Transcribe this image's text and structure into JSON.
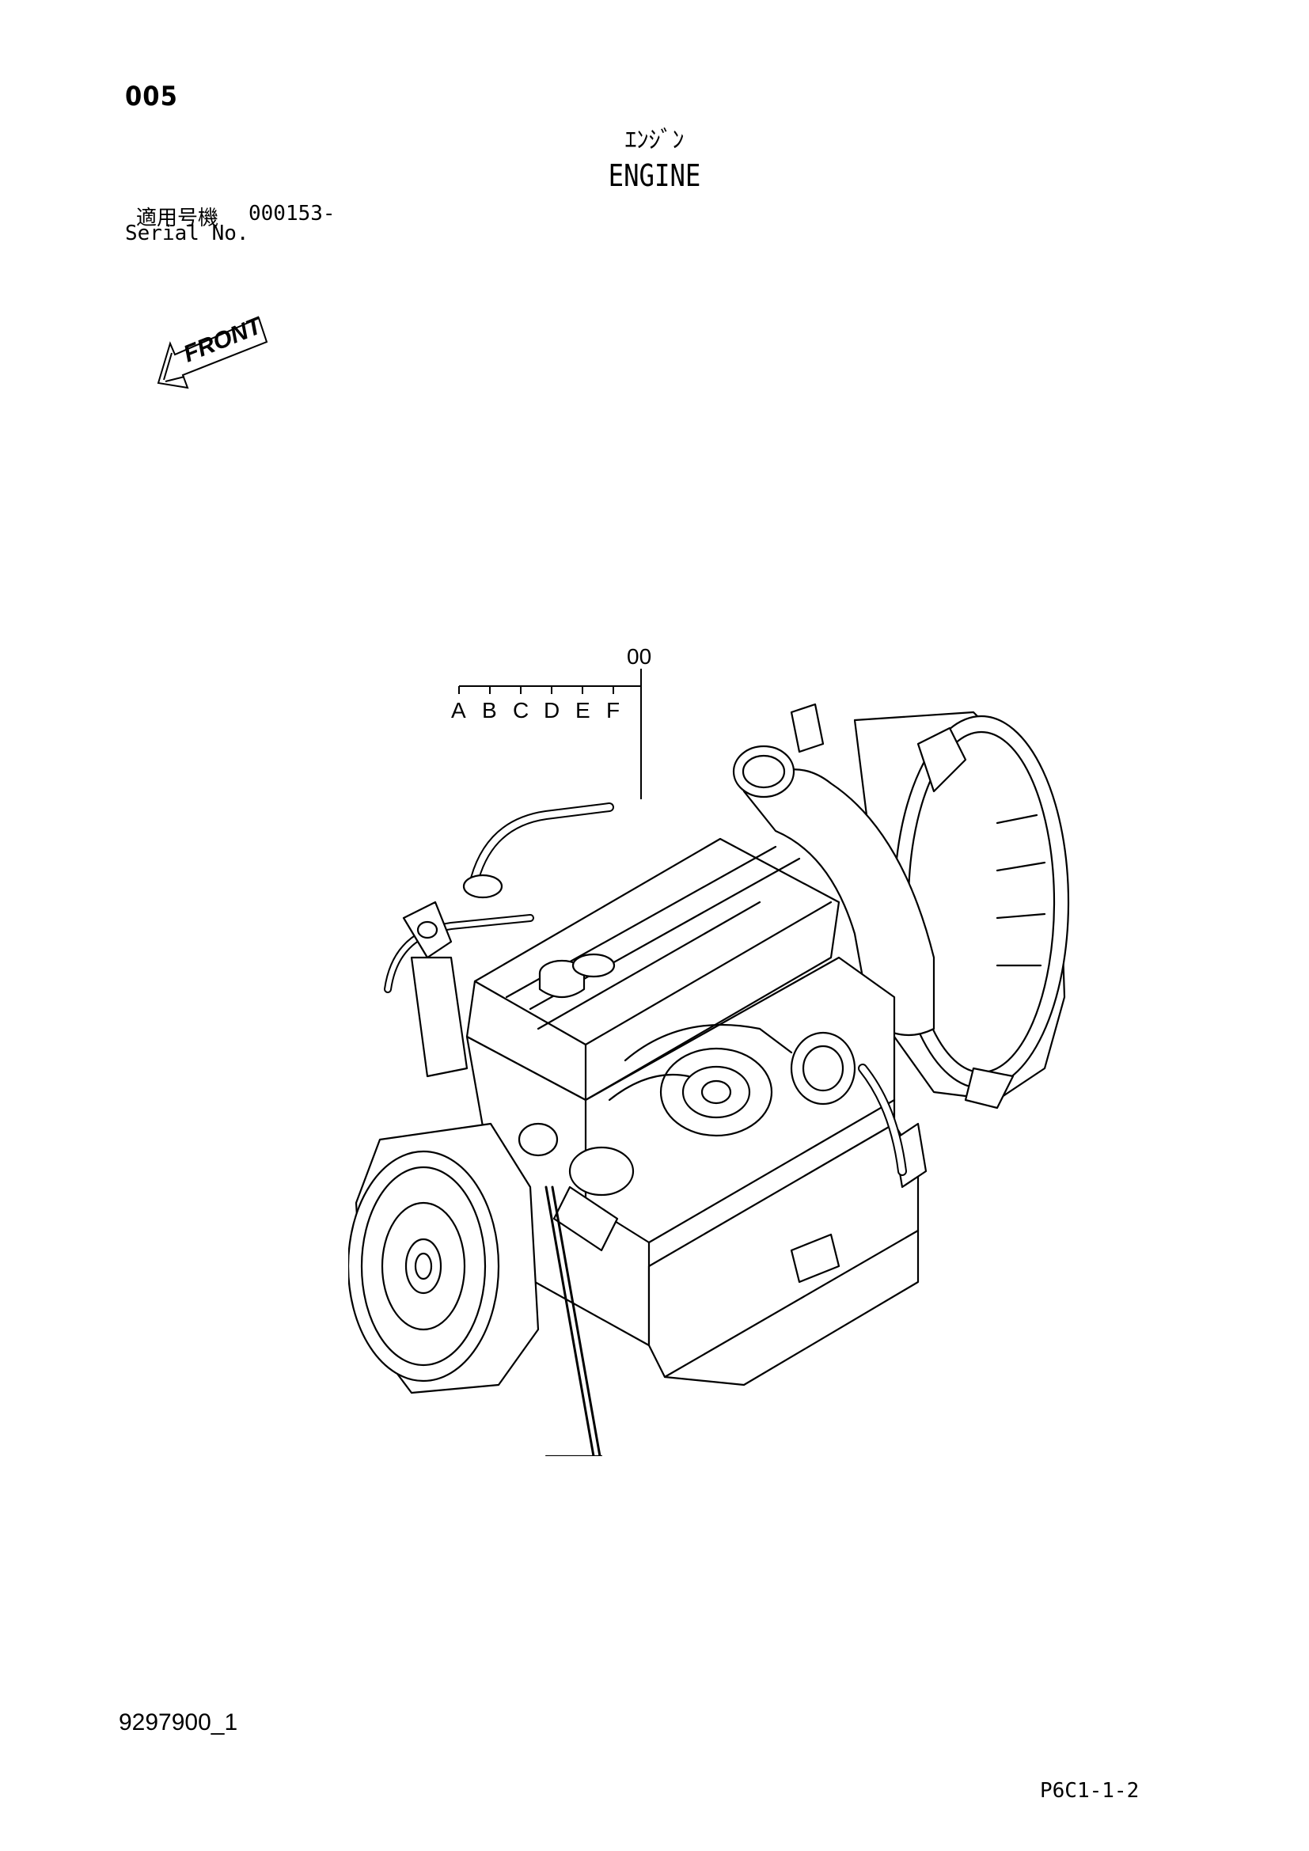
{
  "header": {
    "page_number": "005",
    "title_jp": "ｴﾝｼﾞﾝ",
    "title_en": "ENGINE",
    "serial_label_jp": "適用号機",
    "serial_value": "000153-",
    "serial_label_en": "Serial No."
  },
  "front_arrow": {
    "label": "FRONT"
  },
  "callouts": {
    "main_ref": "00",
    "variants": [
      "A",
      "B",
      "C",
      "D",
      "E",
      "F"
    ]
  },
  "footer": {
    "doc_code": "9297900_1",
    "page_code": "P6C1-1-2"
  },
  "colors": {
    "ink": "#000000",
    "paper": "#ffffff"
  }
}
